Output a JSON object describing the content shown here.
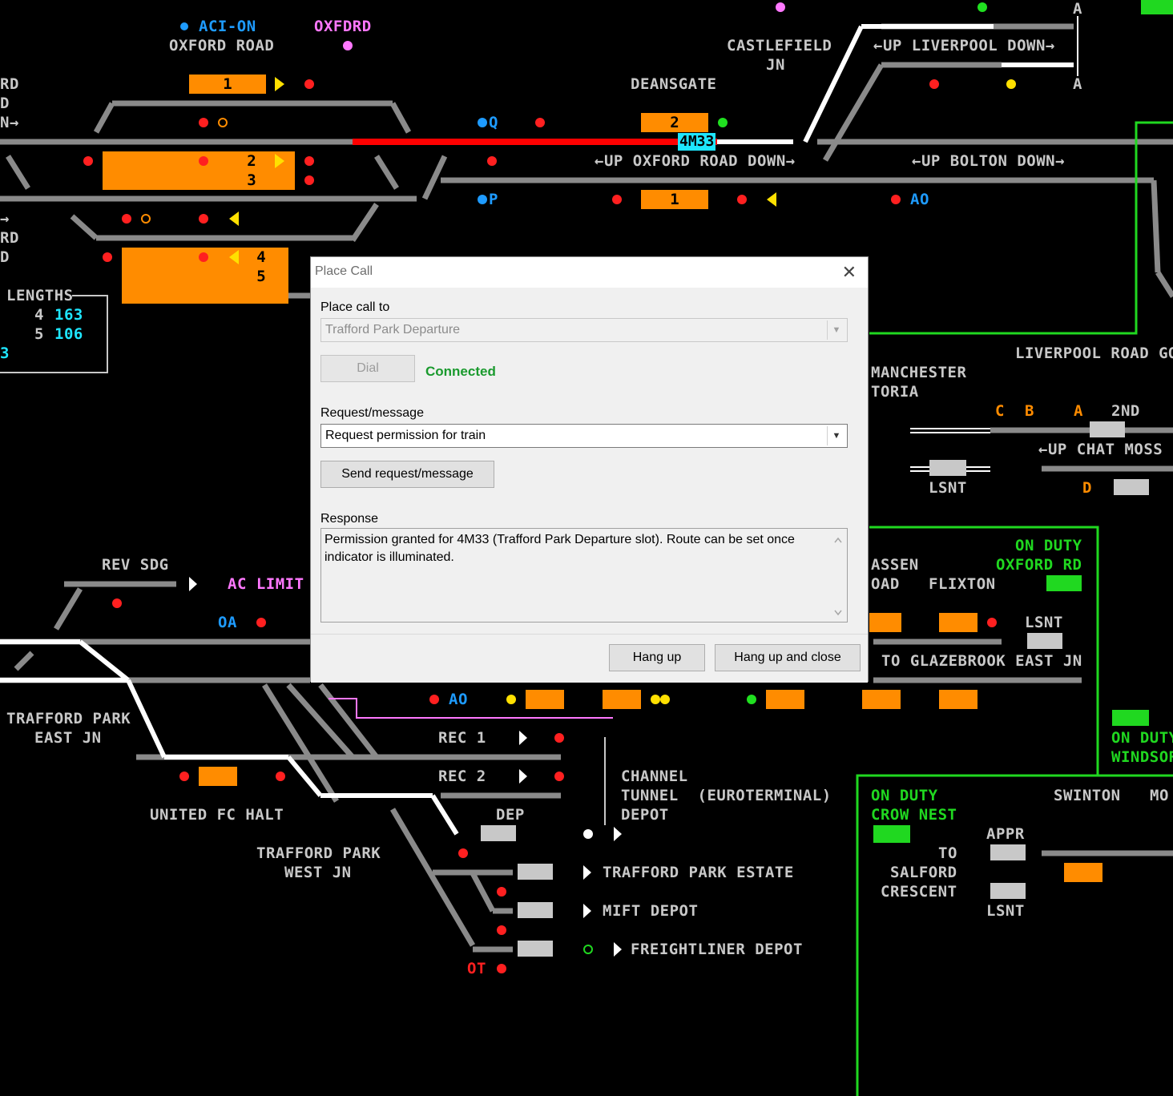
{
  "dialog": {
    "title": "Place Call",
    "place_call_to_label": "Place call to",
    "place_call_to_value": "Trafford Park Departure",
    "dial_label": "Dial",
    "status": "Connected",
    "request_label": "Request/message",
    "request_value": "Request permission for train",
    "send_label": "Send request/message",
    "response_label": "Response",
    "response_text": "Permission granted for 4M33 (Trafford Park Departure slot). Route can be set once indicator is illuminated.",
    "hangup_label": "Hang up",
    "hangup_close_label": "Hang up and close"
  },
  "sim": {
    "labels": {
      "aci_on": "ACI-ON",
      "oxfrd": "OXFDRD",
      "oxford_road": "OXFORD ROAD",
      "castlefield": "CASTLEFIELD",
      "castlefield_jn": "JN",
      "up_liverpool_down": "←UP LIVERPOOL DOWN→",
      "deansgate": "DEANSGATE",
      "a_top": "A",
      "a_mid": "A",
      "rd_1": "RD",
      "d_1": "D",
      "n_arrow": "N→",
      "q": "Q",
      "up_oxford_road_down": "←UP OXFORD ROAD DOWN→",
      "up_bolton_down": "←UP BOLTON DOWN→",
      "p": "P",
      "ao_1": "AO",
      "arrow_left": "→",
      "rd_2": "RD",
      "d_2": "D",
      "lengths": "LENGTHS",
      "len4_n": "4",
      "len4_v": "163",
      "len5_n": "5",
      "len5_v": "106",
      "len3": "3",
      "liverpool_road": "LIVERPOOL ROAD GO",
      "manchester": "MANCHESTER",
      "victoria": "TORIA",
      "c": "C",
      "b": "B",
      "a_orange": "A",
      "second": "2ND",
      "up_chat_moss": "←UP CHAT MOSS",
      "lsnt_1": "LSNT",
      "d_orange": "D",
      "on_duty_1": "ON DUTY",
      "oxford_rd": "OXFORD RD",
      "assen": "ASSEN",
      "oad": "OAD",
      "flixton": "FLIXTON",
      "lsnt_2": "LSNT",
      "to_glazebrook": "TO GLAZEBROOK EAST JN",
      "rev_sdg": "REV SDG",
      "ac_limit": "AC LIMIT",
      "oa": "OA",
      "trafford_east_1": "TRAFFORD PARK",
      "trafford_east_2": "EAST JN",
      "ao_2": "AO",
      "rec1": "REC 1",
      "rec2": "REC 2",
      "dep": "DEP",
      "channel": "CHANNEL",
      "tunnel": "TUNNEL  (EUROTERMINAL)",
      "depot": "DEPOT",
      "united_fc": "UNITED FC HALT",
      "trafford_west_1": "TRAFFORD PARK",
      "trafford_west_2": "WEST JN",
      "trafford_estate": "TRAFFORD PARK ESTATE",
      "mift": "MIFT DEPOT",
      "freightliner": "FREIGHTLINER DEPOT",
      "ot": "OT",
      "on_duty_2": "ON DUTY",
      "windsor": "WINDSOR",
      "on_duty_3": "ON DUTY",
      "crow_nest": "CROW NEST",
      "swinton": "SWINTON",
      "mo": "MO",
      "to": "TO",
      "salford": "SALFORD",
      "crescent": "CRESCENT",
      "appr": "APPR",
      "lsnt_3": "LSNT"
    },
    "platforms": {
      "p1_oxford": "1",
      "p2": "2",
      "p3": "3",
      "p4": "4",
      "p5": "5",
      "p2_deans": "2",
      "p1_deans": "1"
    },
    "train_describer": "4M33",
    "colors": {
      "track": "#8a8a8a",
      "route_set": "#ff0000",
      "route_white": "#ffffff",
      "platform": "#ff8c00",
      "describer": "#1ee6ff",
      "panel_border": "#20d820"
    }
  }
}
